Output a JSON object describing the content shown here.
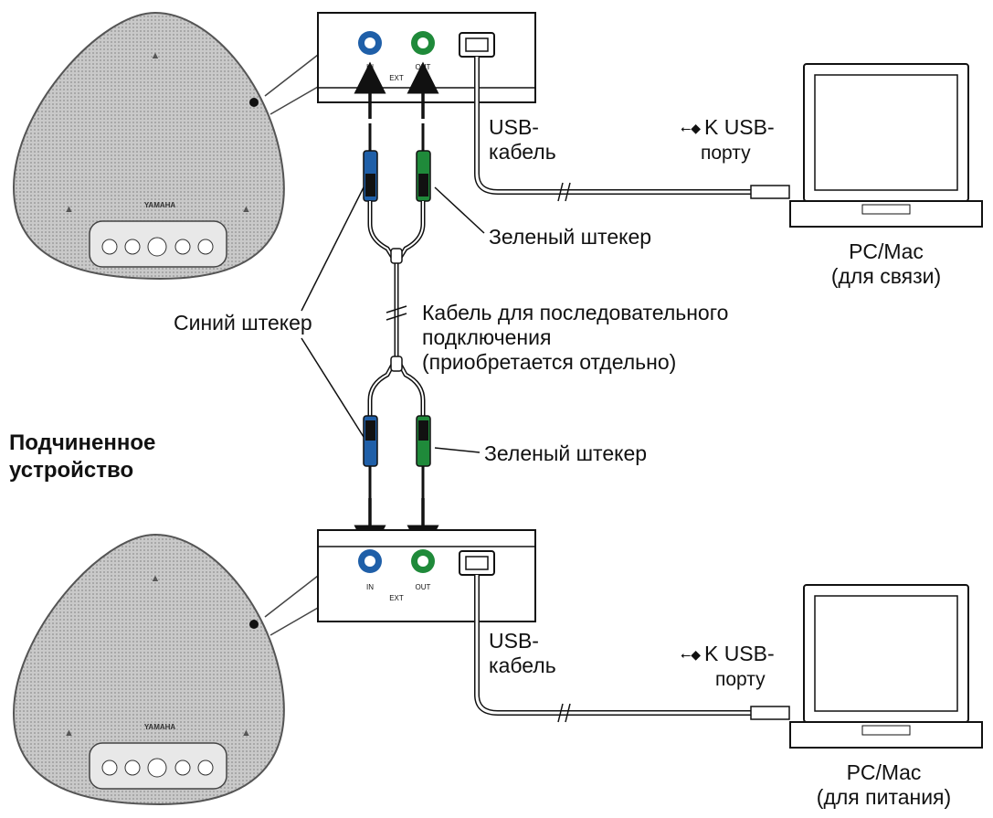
{
  "speaker_brand": "YAMAHA",
  "port_labels": {
    "in": "IN",
    "out": "OUT",
    "ext": "EXT"
  },
  "top": {
    "usb_cable": [
      "USB-",
      "кабель"
    ],
    "to_usb_port": [
      "K USB-",
      "порту"
    ],
    "pc": [
      "PC/Mac",
      "(для связи)"
    ]
  },
  "bottom": {
    "usb_cable": [
      "USB-",
      "кабель"
    ],
    "to_usb_port": [
      "K USB-",
      "порту"
    ],
    "pc": [
      "PC/Mac",
      "(для питания)"
    ]
  },
  "green_plug_top": "Зеленый штекер",
  "green_plug_bottom": "Зеленый штекер",
  "blue_plug": "Синий штекер",
  "cable_desc": [
    "Кабель для последовательного",
    "подключения",
    "(приобретается отдельно)"
  ],
  "slave_device": [
    "Подчиненное",
    "устройство"
  ],
  "icons": {
    "usb": "usb-trident-icon"
  },
  "colors": {
    "blue_plug": "#1f5fa8",
    "green_plug": "#1f8a3a",
    "speaker": "#bdbdbd"
  }
}
